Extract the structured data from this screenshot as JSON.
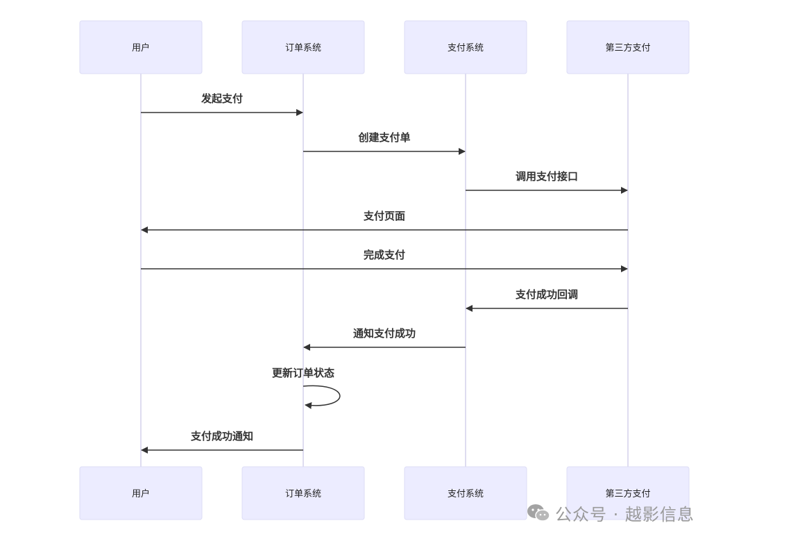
{
  "participants": [
    {
      "id": "user",
      "label": "用户"
    },
    {
      "id": "order",
      "label": "订单系统"
    },
    {
      "id": "pay",
      "label": "支付系统"
    },
    {
      "id": "third",
      "label": "第三方支付"
    }
  ],
  "messages": [
    {
      "from": 0,
      "to": 1,
      "label": "发起支付"
    },
    {
      "from": 1,
      "to": 2,
      "label": "创建支付单"
    },
    {
      "from": 2,
      "to": 3,
      "label": "调用支付接口"
    },
    {
      "from": 3,
      "to": 0,
      "label": "支付页面"
    },
    {
      "from": 0,
      "to": 3,
      "label": "完成支付"
    },
    {
      "from": 3,
      "to": 2,
      "label": "支付成功回调"
    },
    {
      "from": 2,
      "to": 1,
      "label": "通知支付成功"
    },
    {
      "from": 1,
      "to": 1,
      "label": "更新订单状态"
    },
    {
      "from": 1,
      "to": 0,
      "label": "支付成功通知"
    }
  ],
  "watermark": {
    "icon": "wechat-icon",
    "text": "公众号 · 越影信息"
  },
  "colors": {
    "actor_fill": "#ececff",
    "lifeline": "#d4d0ec",
    "arrow": "#333333",
    "watermark": "#9a9a9a"
  }
}
